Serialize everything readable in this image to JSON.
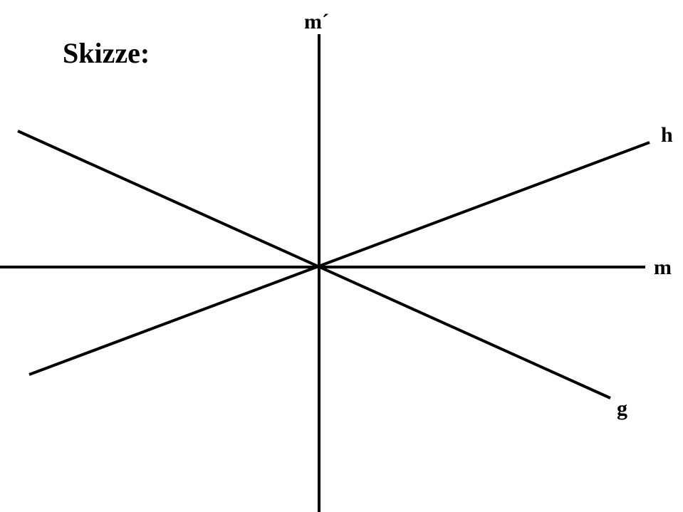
{
  "title": "Skizze:",
  "lines": {
    "m_prime": {
      "label": "m´"
    },
    "m": {
      "label": "m"
    },
    "h": {
      "label": "h"
    },
    "g": {
      "label": "g"
    }
  },
  "colors": {
    "ink": "#000000",
    "background": "#ffffff"
  }
}
